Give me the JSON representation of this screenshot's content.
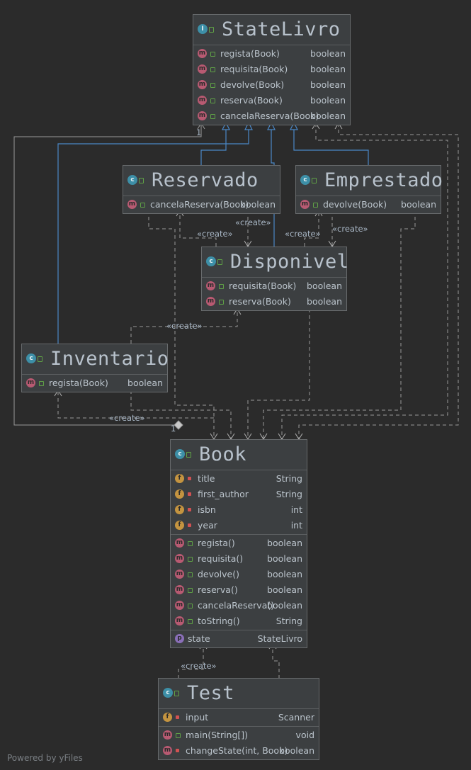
{
  "classes": {
    "statelivro": {
      "name": "StateLivro",
      "kind_icon": "interface-icon",
      "sections": [
        [
          {
            "icon": "m",
            "name": "regista(Book)",
            "type": "boolean"
          },
          {
            "icon": "m",
            "name": "requisita(Book)",
            "type": "boolean"
          },
          {
            "icon": "m",
            "name": "devolve(Book)",
            "type": "boolean"
          },
          {
            "icon": "m",
            "name": "reserva(Book)",
            "type": "boolean"
          },
          {
            "icon": "m",
            "name": "cancelaReserva(Book)",
            "type": "boolean"
          }
        ]
      ]
    },
    "reservado": {
      "name": "Reservado",
      "kind_icon": "class-icon",
      "sections": [
        [
          {
            "icon": "m",
            "name": "cancelaReserva(Book)",
            "type": "boolean"
          }
        ]
      ]
    },
    "emprestado": {
      "name": "Emprestado",
      "kind_icon": "class-icon",
      "sections": [
        [
          {
            "icon": "m",
            "name": "devolve(Book)",
            "type": "boolean"
          }
        ]
      ]
    },
    "disponivel": {
      "name": "Disponivel",
      "kind_icon": "class-icon",
      "sections": [
        [
          {
            "icon": "m",
            "name": "requisita(Book)",
            "type": "boolean"
          },
          {
            "icon": "m",
            "name": "reserva(Book)",
            "type": "boolean"
          }
        ]
      ]
    },
    "inventario": {
      "name": "Inventario",
      "kind_icon": "class-icon",
      "sections": [
        [
          {
            "icon": "m",
            "name": "regista(Book)",
            "type": "boolean"
          }
        ]
      ]
    },
    "book": {
      "name": "Book",
      "kind_icon": "class-icon",
      "sections": [
        [
          {
            "icon": "f",
            "vis": "priv",
            "name": "title",
            "type": "String"
          },
          {
            "icon": "f",
            "vis": "priv",
            "name": "first_author",
            "type": "String"
          },
          {
            "icon": "f",
            "vis": "priv",
            "name": "isbn",
            "type": "int"
          },
          {
            "icon": "f",
            "vis": "priv",
            "name": "year",
            "type": "int"
          }
        ],
        [
          {
            "icon": "m",
            "name": "regista()",
            "type": "boolean"
          },
          {
            "icon": "m",
            "name": "requisita()",
            "type": "boolean"
          },
          {
            "icon": "m",
            "name": "devolve()",
            "type": "boolean"
          },
          {
            "icon": "m",
            "name": "reserva()",
            "type": "boolean"
          },
          {
            "icon": "m",
            "name": "cancelaReserva()",
            "type": "boolean"
          },
          {
            "icon": "m",
            "name": "toString()",
            "type": "String"
          }
        ],
        [
          {
            "icon": "p",
            "vis": "none",
            "name": "state",
            "type": "StateLivro"
          }
        ]
      ]
    },
    "test": {
      "name": "Test",
      "kind_icon": "class-icon",
      "sections": [
        [
          {
            "icon": "f",
            "vis": "priv",
            "name": "input",
            "type": "Scanner"
          }
        ],
        [
          {
            "icon": "m",
            "name": "main(String[])",
            "type": "void"
          },
          {
            "icon": "m",
            "vis": "priv",
            "name": "changeState(int, Book)",
            "type": "boolean"
          }
        ]
      ]
    }
  },
  "edge_labels": {
    "create": "«create»",
    "multiplicity_one": "1"
  },
  "footer": "Powered by yFiles",
  "colors": {
    "background": "#2b2b2b",
    "inheritance": "#4a88c7",
    "dependency": "#9a9a9a",
    "method_icon": "#b85a72",
    "field_icon": "#c49440",
    "property_icon": "#8a6fb8"
  }
}
